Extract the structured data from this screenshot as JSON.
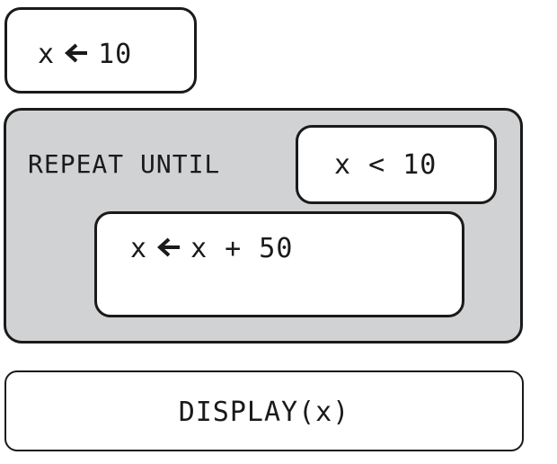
{
  "assign_block": {
    "variable": "x",
    "operator_icon": "left-arrow-icon",
    "value": "10"
  },
  "repeat_block": {
    "keyword": "REPEAT UNTIL",
    "condition": "x < 10",
    "body": {
      "target": "x",
      "operator_icon": "left-arrow-icon",
      "expression": "x + 50"
    },
    "background_color": "#d1d2d4"
  },
  "display_block": {
    "statement": "DISPLAY(x)"
  }
}
